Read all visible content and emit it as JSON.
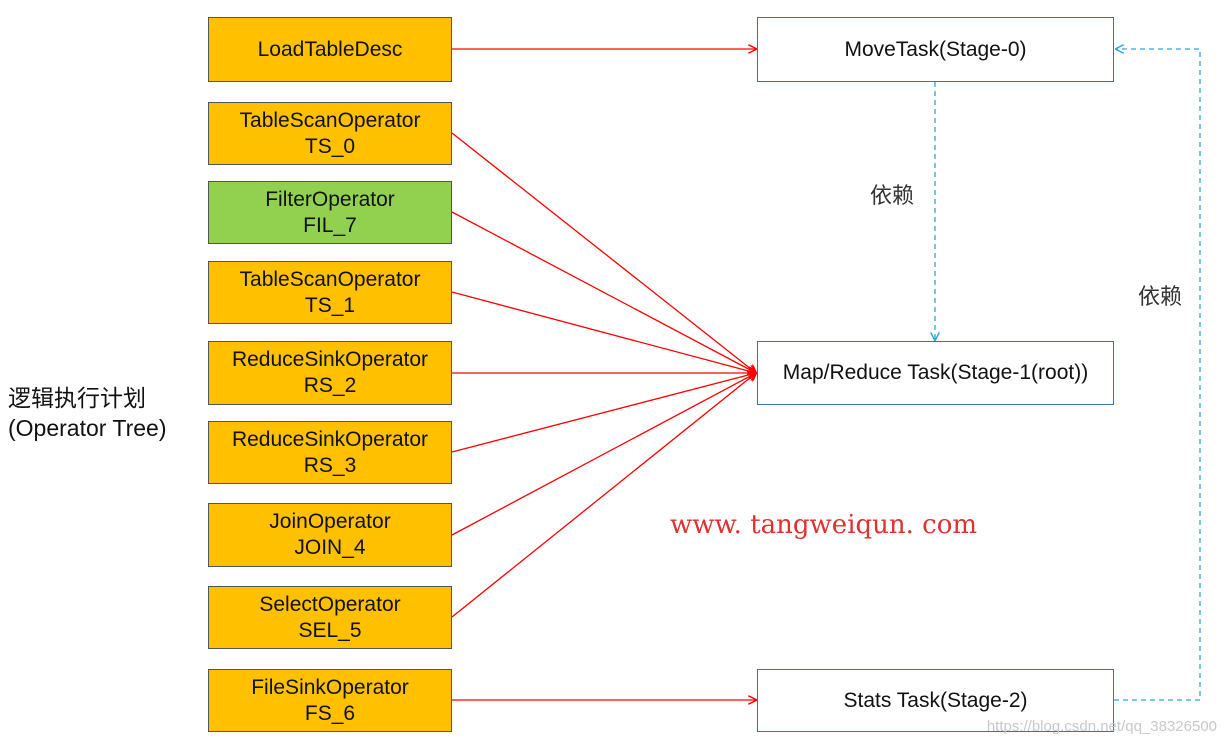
{
  "diagram": {
    "plan_label": {
      "line1": "逻辑执行计划",
      "line2": "(Operator Tree)"
    },
    "operators": [
      {
        "name": "LoadTableDesc",
        "id": "",
        "color": "#ffc000"
      },
      {
        "name": "TableScanOperator",
        "id": "TS_0",
        "color": "#ffc000"
      },
      {
        "name": "FilterOperator",
        "id": "FIL_7",
        "color": "#92d050"
      },
      {
        "name": "TableScanOperator",
        "id": "TS_1",
        "color": "#ffc000"
      },
      {
        "name": "ReduceSinkOperator",
        "id": "RS_2",
        "color": "#ffc000"
      },
      {
        "name": "ReduceSinkOperator",
        "id": "RS_3",
        "color": "#ffc000"
      },
      {
        "name": "JoinOperator",
        "id": "JOIN_4",
        "color": "#ffc000"
      },
      {
        "name": "SelectOperator",
        "id": "SEL_5",
        "color": "#ffc000"
      },
      {
        "name": "FileSinkOperator",
        "id": "FS_6",
        "color": "#ffc000"
      }
    ],
    "tasks": {
      "move": "MoveTask(Stage-0)",
      "mapreduce": "Map/Reduce Task(Stage-1(root))",
      "stats": "Stats Task(Stage-2)"
    },
    "dependency_label": "依赖",
    "watermark": "www. tangweiqun. com",
    "source_watermark": "https://blog.csdn.net/qq_38326500",
    "colors": {
      "operator_box": "#ffc000",
      "filter_box": "#92d050",
      "task_border": "#41719c",
      "arrow_red": "#ff0000",
      "dependency_blue": "#2ea6e0"
    }
  }
}
